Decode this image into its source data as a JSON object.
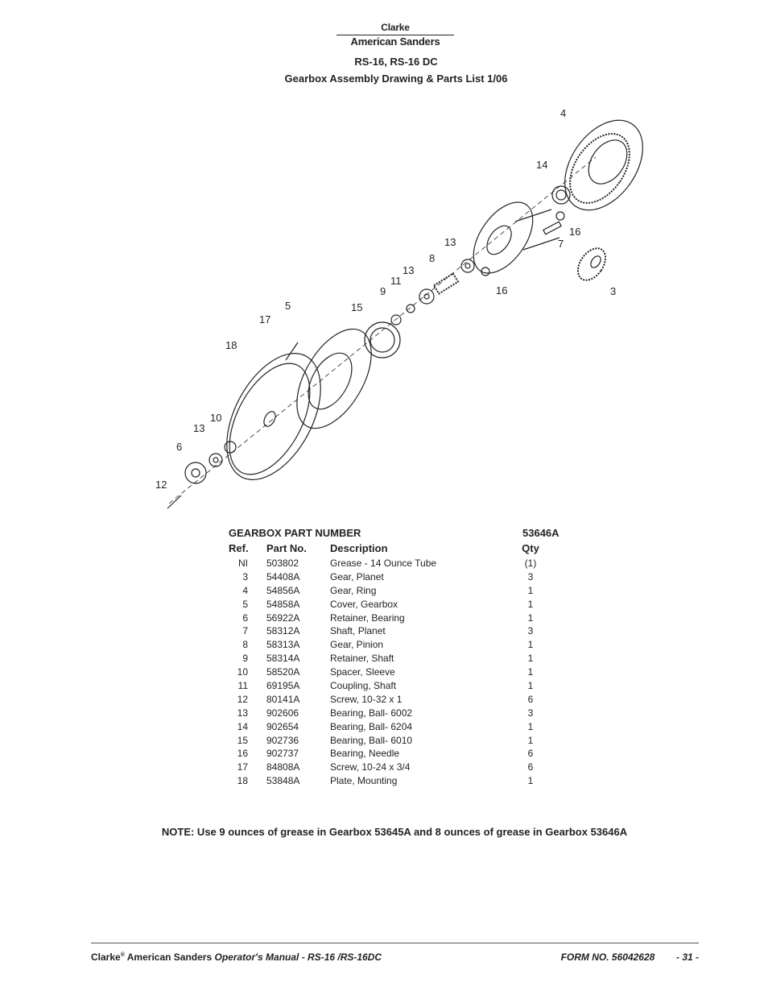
{
  "logo": {
    "line1": "Clarke",
    "line2": "American Sanders"
  },
  "title": {
    "model": "RS-16, RS-16 DC",
    "subtitle": "Gearbox Assembly Drawing & Parts List  1/06"
  },
  "diagram": {
    "callouts": [
      "4",
      "14",
      "16",
      "7",
      "3",
      "13",
      "8",
      "16",
      "13",
      "11",
      "9",
      "15",
      "5",
      "17",
      "18",
      "10",
      "13",
      "6",
      "12"
    ]
  },
  "parts_list": {
    "gearbox_label": "GEARBOX PART NUMBER",
    "gearbox_number": "53646A",
    "headers": {
      "ref": "Ref.",
      "part": "Part No.",
      "desc": "Description",
      "qty": "Qty"
    },
    "rows": [
      {
        "ref": "NI",
        "part": "503802",
        "desc": "Grease - 14 Ounce Tube",
        "qty": "(1)"
      },
      {
        "ref": "3",
        "part": "54408A",
        "desc": "Gear, Planet",
        "qty": "3"
      },
      {
        "ref": "4",
        "part": "54856A",
        "desc": "Gear, Ring",
        "qty": "1"
      },
      {
        "ref": "5",
        "part": "54858A",
        "desc": "Cover, Gearbox",
        "qty": "1"
      },
      {
        "ref": "6",
        "part": "56922A",
        "desc": "Retainer, Bearing",
        "qty": "1"
      },
      {
        "ref": "7",
        "part": "58312A",
        "desc": "Shaft, Planet",
        "qty": "3"
      },
      {
        "ref": "8",
        "part": "58313A",
        "desc": "Gear, Pinion",
        "qty": "1"
      },
      {
        "ref": "9",
        "part": "58314A",
        "desc": "Retainer, Shaft",
        "qty": "1"
      },
      {
        "ref": "10",
        "part": "58520A",
        "desc": "Spacer, Sleeve",
        "qty": "1"
      },
      {
        "ref": "11",
        "part": "69195A",
        "desc": "Coupling, Shaft",
        "qty": "1"
      },
      {
        "ref": "12",
        "part": "80141A",
        "desc": "Screw, 10-32 x 1",
        "qty": "6"
      },
      {
        "ref": "13",
        "part": "902606",
        "desc": "Bearing, Ball- 6002",
        "qty": "3"
      },
      {
        "ref": "14",
        "part": "902654",
        "desc": "Bearing, Ball- 6204",
        "qty": "1"
      },
      {
        "ref": "15",
        "part": "902736",
        "desc": "Bearing, Ball- 6010",
        "qty": "1"
      },
      {
        "ref": "16",
        "part": "902737",
        "desc": "Bearing, Needle",
        "qty": "6"
      },
      {
        "ref": "17",
        "part": "84808A",
        "desc": "Screw, 10-24 x 3/4",
        "qty": "6"
      },
      {
        "ref": "18",
        "part": "53848A",
        "desc": "Plate, Mounting",
        "qty": "1"
      }
    ]
  },
  "note": "NOTE: Use 9 ounces of grease in Gearbox 53645A and 8 ounces of grease in Gearbox 53646A",
  "footer": {
    "brand": "Clarke",
    "reg": "®",
    "company": " American Sanders ",
    "manual": "Operator's Manual - RS-16 /RS-16DC",
    "form": "FORM NO. 56042628",
    "page": "- 31 -"
  }
}
